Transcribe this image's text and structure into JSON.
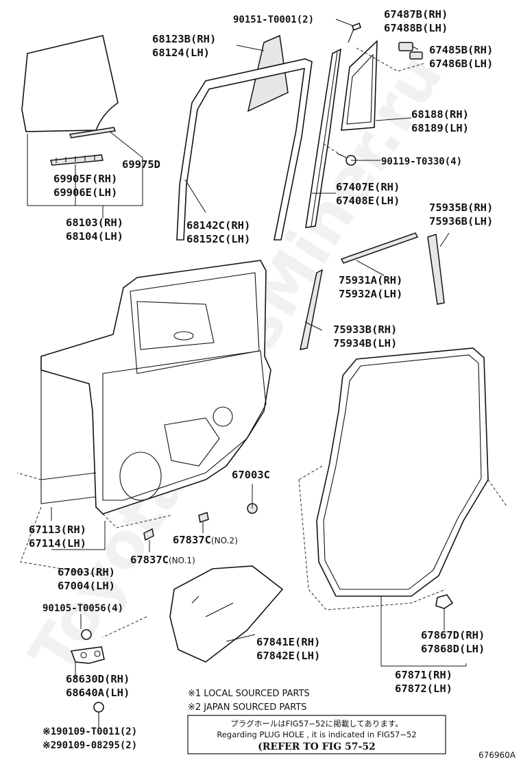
{
  "labels": {
    "bolt_top": "90151-T0001(2)",
    "glass_run_rh": "68123B(RH)",
    "glass_run_lh": "68124(LH)",
    "seal_top_rh": "67487B(RH)",
    "seal_top_lh": "67488B(LH)",
    "seal_cap_rh": "67485B(RH)",
    "seal_cap_lh": "67486B(LH)",
    "quarter_glass_rh": "68188(RH)",
    "quarter_glass_lh": "68189(LH)",
    "pad": "69975D",
    "bolt_mid": "90119-T0330(4)",
    "channel_rh": "69905F(RH)",
    "channel_lh": "69906E(LH)",
    "sash_rh": "67407E(RH)",
    "sash_lh": "67408E(LH)",
    "molding_b_rh": "75935B(RH)",
    "molding_b_lh": "75936B(LH)",
    "glass_rh": "68103(RH)",
    "glass_lh": "68104(LH)",
    "run_rh": "68142C(RH)",
    "run_lh": "68152C(LH)",
    "belt_rh": "75931A(RH)",
    "belt_lh": "75932A(LH)",
    "garnish_rh": "75933B(RH)",
    "garnish_lh": "75934B(LH)",
    "plug": "67003C",
    "outer_seal_rh": "67113(RH)",
    "outer_seal_lh": "67114(LH)",
    "clip_no2": "67837C",
    "clip_no2_suffix": "(NO.2)",
    "clip_no1": "67837C",
    "clip_no1_suffix": "(NO.1)",
    "door_rh": "67003(RH)",
    "door_lh": "67004(LH)",
    "bolt_hinge": "90105-T0056(4)",
    "service_hole_rh": "67841E(RH)",
    "service_hole_lh": "67842E(LH)",
    "clip_weather_rh": "67867D(RH)",
    "clip_weather_lh": "67868D(LH)",
    "hinge_rh": "68630D(RH)",
    "hinge_lh": "68640A(LH)",
    "weatherstrip_rh": "67871(RH)",
    "weatherstrip_lh": "67872(LH)",
    "bolt_note1": "※190109-T0011(2)",
    "bolt_note2": "※290109-08295(2)"
  },
  "notes": {
    "local": "※1 LOCAL SOURCED PARTS",
    "japan": "※2 JAPAN SOURCED PARTS"
  },
  "reference_box": {
    "line_jp": "プラグホールはFIG57−52に掲載してあります。",
    "line_en": "Regarding PLUG HOLE , it is indicated in FIG57−52",
    "line_ref": "(REFER TO FIG 57-52"
  },
  "figure_number": "676960A",
  "watermark": "ToyotaPartsMiner.ru"
}
